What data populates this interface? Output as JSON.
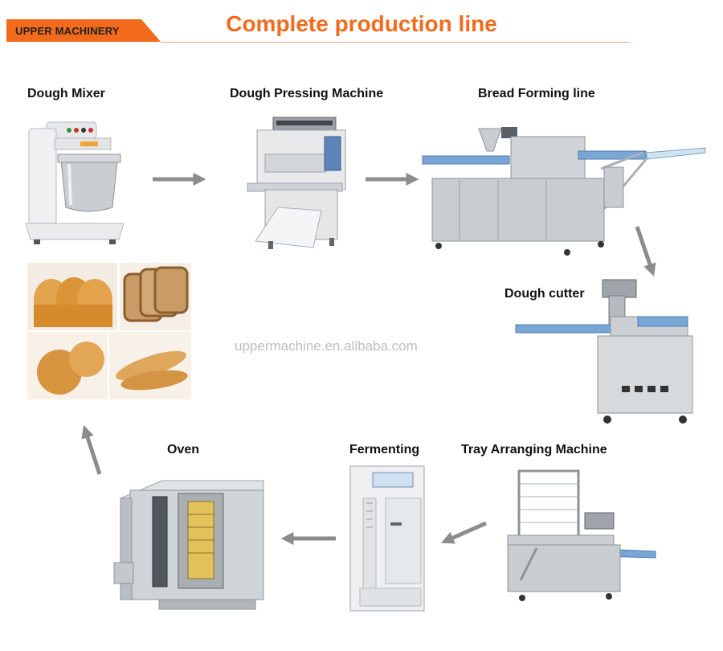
{
  "brand": {
    "name": "UPPER MACHINERY",
    "color": "#f26a1b"
  },
  "title": "Complete production line",
  "watermark": "uppermachine.en.alibaba.com",
  "steps": {
    "dough_mixer": "Dough Mixer",
    "dough_pressing": "Dough Pressing Machine",
    "bread_forming": "Bread Forming line",
    "dough_cutter": "Dough cutter",
    "tray_arranging": "Tray Arranging Machine",
    "fermenting": "Fermenting",
    "oven": "Oven"
  },
  "arrow_icon": "arrow-icon",
  "arrow_color": "#8c8c8c"
}
